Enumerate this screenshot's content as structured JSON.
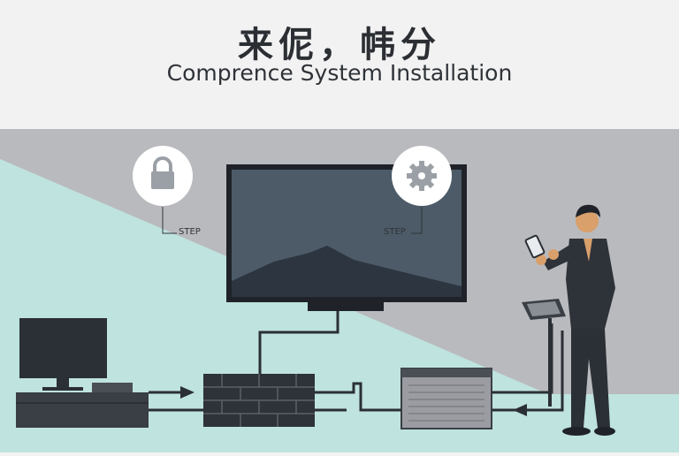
{
  "header": {
    "title_cn": "来伲，帏分",
    "title_en": "Comprence System Installation"
  },
  "callouts": {
    "left_label": "STEP",
    "right_label": "STEP",
    "left_icon": "lock-icon",
    "right_icon": "gear-icon"
  },
  "colors": {
    "header_bg": "#f2f2f2",
    "gray_wall": "#b9babd",
    "teal_wall": "#bfe3df",
    "dark_device": "#2f333b",
    "screen": "#4f5f6b"
  }
}
